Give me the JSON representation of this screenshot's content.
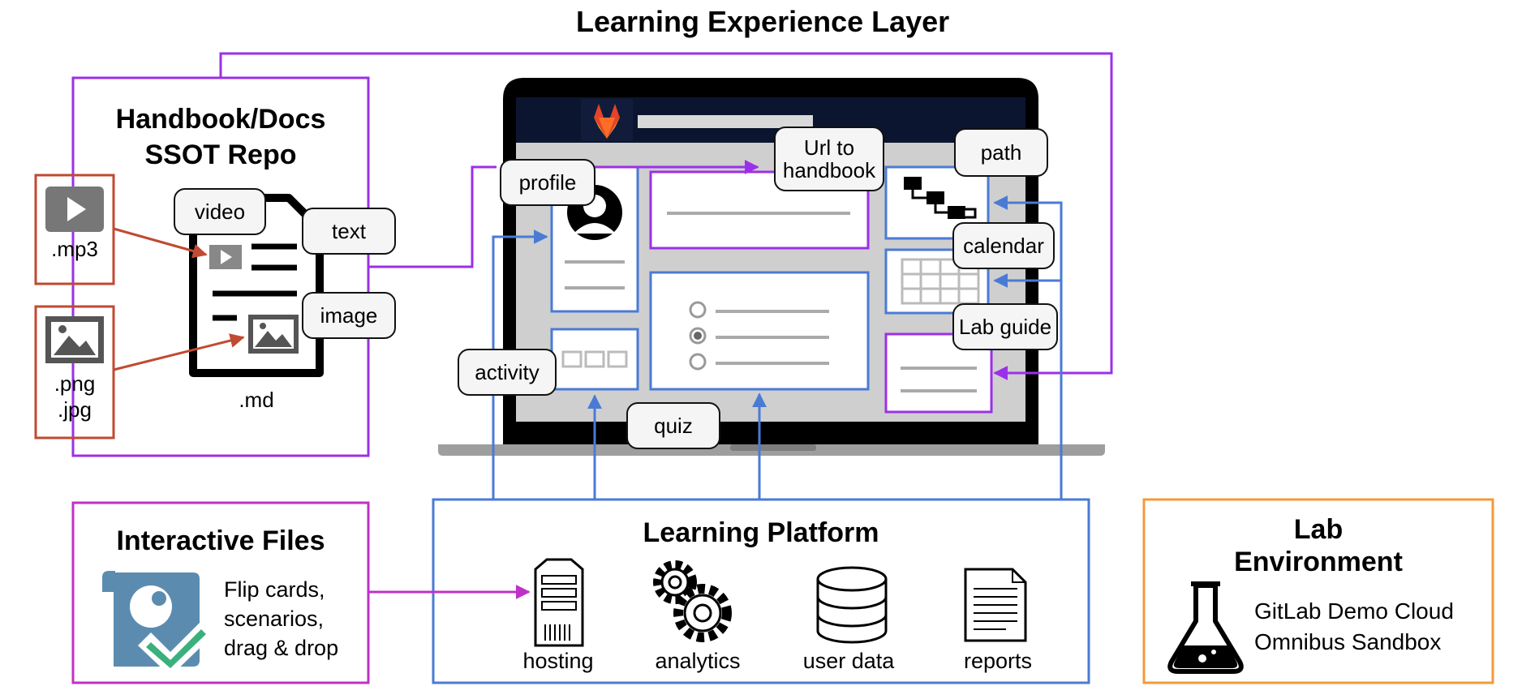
{
  "title": "Learning Experience Layer",
  "handbook": {
    "title_line1": "Handbook/Docs",
    "title_line2": "SSOT Repo",
    "video_ext": ".mp3",
    "image_ext_1": ".png",
    "image_ext_2": ".jpg",
    "doc_ext": ".md",
    "bubbles": {
      "video": "video",
      "text": "text",
      "image": "image"
    }
  },
  "screen_bubbles": {
    "profile": "profile",
    "url": "Url to\nhandbook",
    "path": "path",
    "calendar": "calendar",
    "lab_guide": "Lab guide",
    "activity": "activity",
    "quiz": "quiz"
  },
  "interactive": {
    "title": "Interactive Files",
    "desc_line1": "Flip cards,",
    "desc_line2": "scenarios,",
    "desc_line3": "drag & drop"
  },
  "platform": {
    "title": "Learning Platform",
    "items": [
      "hosting",
      "analytics",
      "user data",
      "reports"
    ]
  },
  "lab": {
    "title_line1": "Lab",
    "title_line2": "Environment",
    "line1": "GitLab Demo Cloud",
    "line2": "Omnibus Sandbox"
  },
  "colors": {
    "purple": "#9b30e8",
    "blue": "#4a7bd4",
    "red": "#c04a32",
    "orange": "#f39a3b",
    "magenta": "#c030c8",
    "dark": "#0c1530"
  }
}
